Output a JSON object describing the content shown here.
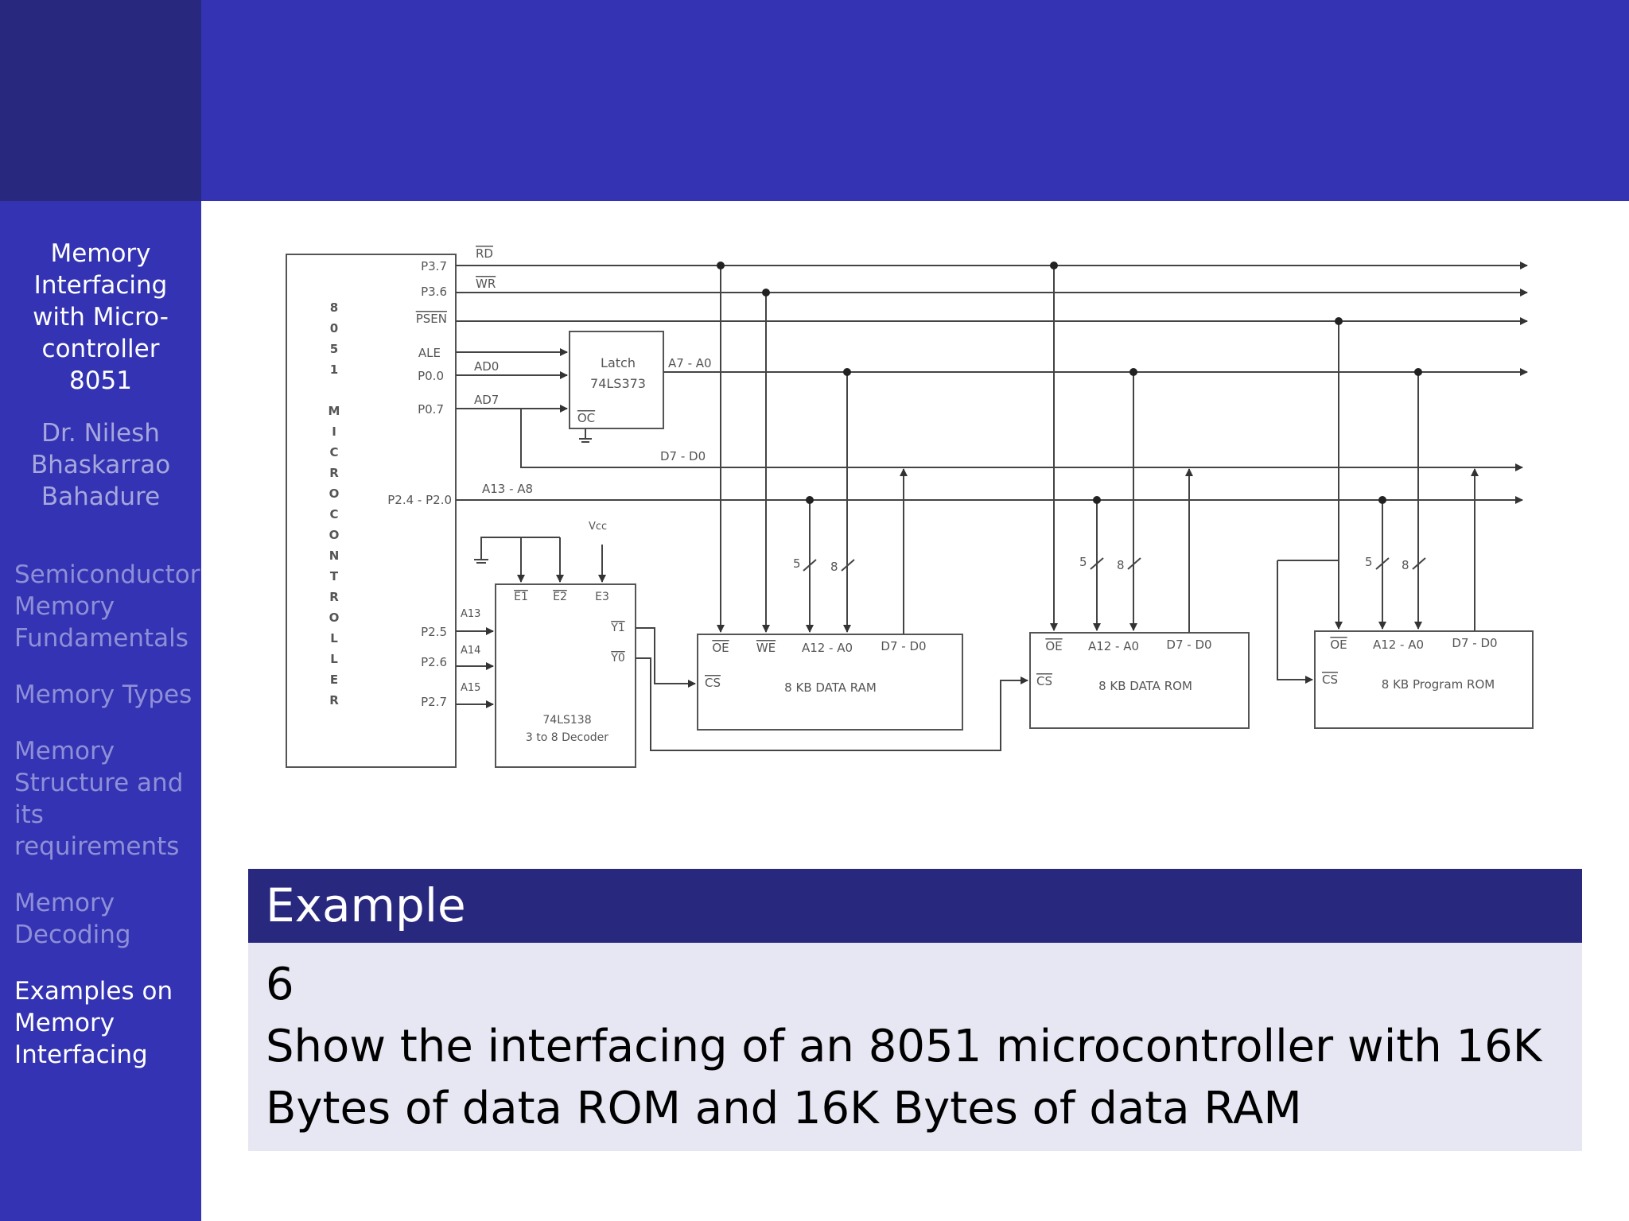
{
  "sidebar": {
    "title_lines": [
      "Memory",
      "Interfacing",
      "with Micro-",
      "controller",
      "8051"
    ],
    "author_lines": [
      "Dr. Nilesh",
      "Bhaskarrao",
      "Bahadure"
    ],
    "nav": [
      {
        "label": "Semiconductor Memory Fundamentals",
        "active": false
      },
      {
        "label": "Memory Types",
        "active": false
      },
      {
        "label": "Memory Structure and its requirements",
        "active": false
      },
      {
        "label": "Memory Decoding",
        "active": false
      },
      {
        "label": "Examples on Memory Interfacing",
        "active": true
      }
    ]
  },
  "diagram": {
    "mcu_name": "8051 MICROCONTROLLER",
    "mcu_pins": [
      "P3.7",
      "P3.6",
      "PSEN",
      "ALE",
      "P0.0",
      "P0.7",
      "P2.4 - P2.0",
      "P2.5",
      "P2.6",
      "P2.7"
    ],
    "signals": [
      "RD",
      "WR",
      "AD0",
      "AD7",
      "A7 - A0",
      "D7 - D0",
      "A13 - A8",
      "Vcc",
      "A13",
      "A14",
      "A15"
    ],
    "latch": {
      "line1": "Latch",
      "line2": "74LS373",
      "pin": "OC"
    },
    "decoder": {
      "line1": "74LS138",
      "line2": "3 to 8 Decoder",
      "pins": [
        "E1",
        "E2",
        "E3",
        "Y1",
        "Y0"
      ]
    },
    "bus_widths": [
      "5",
      "8"
    ],
    "chips": [
      {
        "name": "8 KB DATA RAM",
        "pins": [
          "OE",
          "WE",
          "A12 - A0",
          "D7 - D0",
          "CS"
        ]
      },
      {
        "name": "8 KB DATA ROM",
        "pins": [
          "OE",
          "A12 - A0",
          "D7 - D0",
          "CS"
        ]
      },
      {
        "name": "8 KB Program ROM",
        "pins": [
          "OE",
          "A12 - A0",
          "D7 - D0",
          "CS"
        ]
      }
    ]
  },
  "block": {
    "title": "Example",
    "number": "6",
    "lines": [
      "Show the interfacing of an 8051 microcontroller with 16K",
      "Bytes of data ROM and 16K Bytes of data RAM"
    ]
  }
}
